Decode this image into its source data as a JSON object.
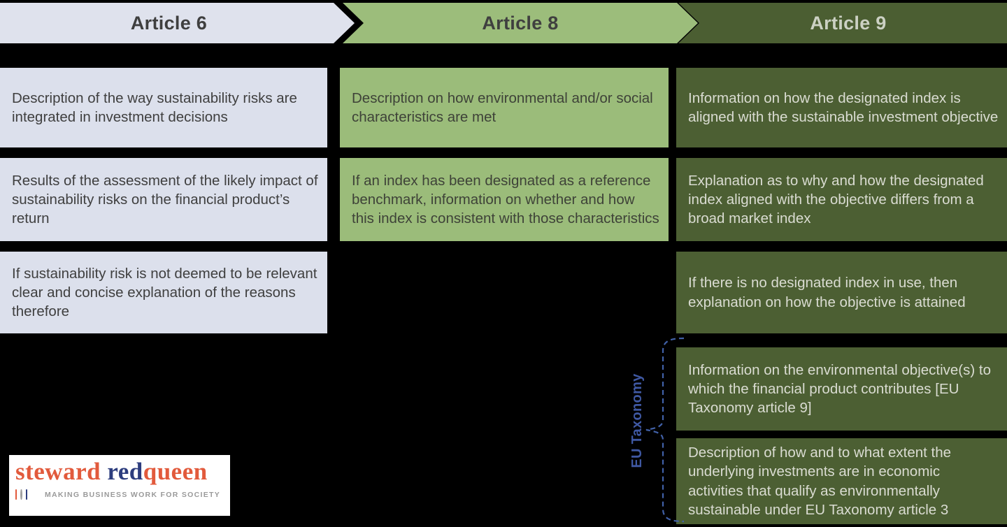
{
  "page": {
    "background_color": "#000000",
    "description": "SFDR disclosure requirements diagram comparing Article 6, Article 8 and Article 9 financial products"
  },
  "columns": [
    {
      "id": "article-6",
      "header": "Article 6",
      "header_color": "#dfe2ed",
      "box_color": "#dce0ec",
      "text_color": "#3f3f3f",
      "boxes": [
        "Description of the way sustainability risks are integrated in investment decisions",
        "Results of the assessment of the likely impact of sustainability risks on the financial product’s return",
        "If sustainability risk is not deemed to be relevant clear and concise explanation of the reasons therefore"
      ]
    },
    {
      "id": "article-8",
      "header": "Article 8",
      "header_color": "#9cbd7b",
      "box_color": "#9bbc7a",
      "text_color": "#3e4238",
      "boxes": [
        "Description on how environmental and/or social characteristics are met",
        "If an index has been designated as a reference benchmark, information on whether and how this index is consistent with those characteristics"
      ]
    },
    {
      "id": "article-9",
      "header": "Article 9",
      "header_color": "#4b5e32",
      "box_color": "#4c5f33",
      "text_color": "#dadcd2",
      "boxes": [
        "Information on how the designated index is aligned with the sustainable investment objective",
        "Explanation as to why and how the designated index aligned with the objective differs from a broad market index",
        "If there is no designated index in use, then explanation on how the objective is attained",
        "Information on the environmental objective(s) to which the financial product contributes [EU Taxonomy article 9]",
        "Description of how and to what extent the underlying investments are in economic activities that qualify as environmentally sustainable under EU Taxonomy article 3"
      ]
    }
  ],
  "taxonomy": {
    "label": "EU Taxonomy",
    "color": "#3f58a2"
  },
  "logo": {
    "brand": [
      "steward ",
      "red",
      "queen"
    ],
    "tagline": "MAKING BUSINESS WORK FOR SOCIETY",
    "orange": "#e25a3c",
    "navy": "#2d3d7e",
    "gray": "#a0a0a0"
  }
}
